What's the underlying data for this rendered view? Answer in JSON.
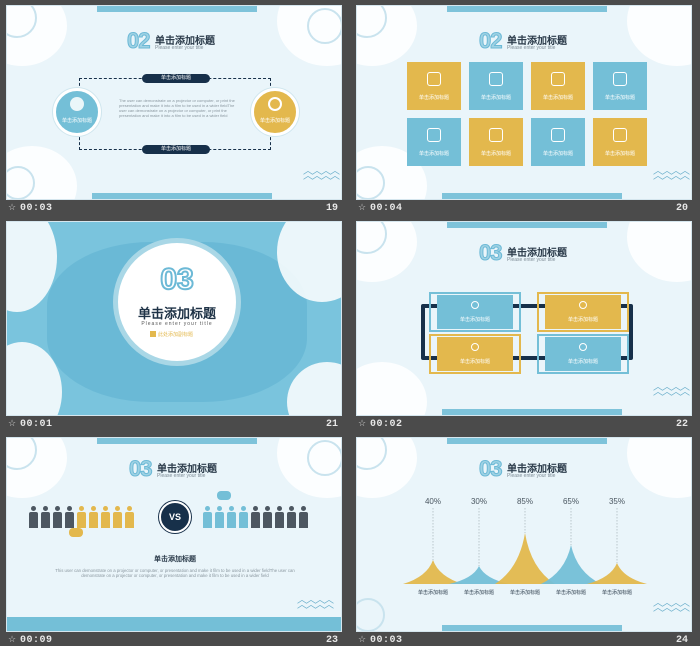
{
  "colors": {
    "blue": "#74bfd7",
    "gold": "#e3b84d",
    "navy": "#17304a",
    "grey": "#4d5761"
  },
  "slides": [
    {
      "time": "00:03",
      "number": "19",
      "header": {
        "num": "02",
        "title": "单击添加标题",
        "subtitle": "Please enter your title"
      },
      "pill_top": "单击添加标题",
      "pill_bottom": "单击添加标题",
      "left_circle_label": "单击添加标题",
      "right_circle_label": "单击添加标题",
      "body": "The user can demonstrate on a projector or computer, or print the presentation and make it into a film to be used in a wider fieldThe user can demonstrate on a projector or computer, or print the presentation and make it into a film to be used in a wider field"
    },
    {
      "time": "00:04",
      "number": "20",
      "header": {
        "num": "02",
        "title": "单击添加标题",
        "subtitle": "Please enter your title"
      },
      "tiles": [
        {
          "label": "单击添加标题",
          "color": "gold",
          "icon": "palette-icon"
        },
        {
          "label": "单击添加标题",
          "color": "blue",
          "icon": "briefcase-icon"
        },
        {
          "label": "单击添加标题",
          "color": "gold",
          "icon": "hourglass-icon"
        },
        {
          "label": "单击添加标题",
          "color": "blue",
          "icon": "calendar-icon"
        },
        {
          "label": "单击添加标题",
          "color": "blue",
          "icon": "no-smoking-icon"
        },
        {
          "label": "单击添加标题",
          "color": "gold",
          "icon": "chart-icon"
        },
        {
          "label": "单击添加标题",
          "color": "blue",
          "icon": "compass-icon"
        },
        {
          "label": "单击添加标题",
          "color": "gold",
          "icon": "cutlery-icon"
        }
      ]
    },
    {
      "time": "00:01",
      "number": "21",
      "section_num": "03",
      "title": "单击添加标题",
      "subtitle": "Please enter your title",
      "logo_text": "此处添加副标题"
    },
    {
      "time": "00:02",
      "number": "22",
      "header": {
        "num": "03",
        "title": "单击添加标题",
        "subtitle": "Please enter your title"
      },
      "boxes": [
        "单击添加标题",
        "单击添加标题",
        "单击添加标题",
        "单击添加标题"
      ]
    },
    {
      "time": "00:09",
      "number": "23",
      "header": {
        "num": "03",
        "title": "单击添加标题",
        "subtitle": "Please enter your title"
      },
      "vs": "VS",
      "heading": "单击添加标题",
      "body": "This user can demonstrate on a projector or computer, or presentation and make it film to be used in a wider fieldThe user can demonstrate on a projector or computer, or presentation and make it film to be used in a wider field"
    },
    {
      "time": "00:03",
      "number": "24",
      "header": {
        "num": "03",
        "title": "单击添加标题",
        "subtitle": "Please enter your title"
      },
      "peaks": [
        {
          "pct": "40%",
          "value": 40,
          "color": "gold",
          "label": "单击添加标题"
        },
        {
          "pct": "30%",
          "value": 30,
          "color": "blue",
          "label": "单击添加标题"
        },
        {
          "pct": "85%",
          "value": 85,
          "color": "gold",
          "label": "单击添加标题"
        },
        {
          "pct": "65%",
          "value": 65,
          "color": "blue",
          "label": "单击添加标题"
        },
        {
          "pct": "35%",
          "value": 35,
          "color": "gold",
          "label": "单击添加标题"
        }
      ]
    }
  ]
}
